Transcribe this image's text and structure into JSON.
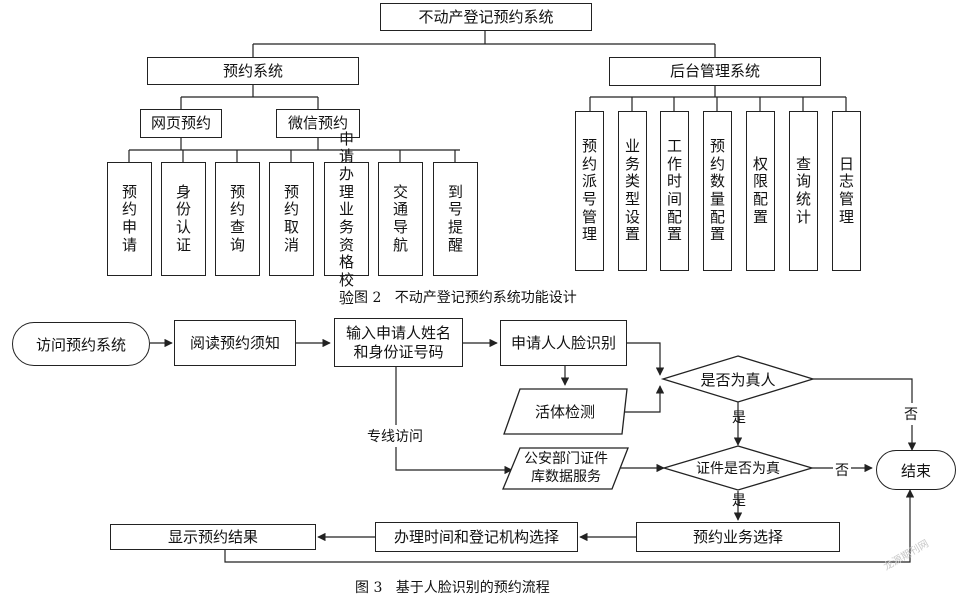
{
  "fig2": {
    "root": "不动产登记预约系统",
    "appointment_system": "预约系统",
    "backend_system": "后台管理系统",
    "web_booking": "网页预约",
    "wechat_booking": "微信预约",
    "front_functions": [
      "预约申请",
      "身份认证",
      "预约查询",
      "预约取消",
      "申请办理业务资格校验",
      "交通导航",
      "到号提醒"
    ],
    "back_functions": [
      "预约派号管理",
      "业务类型设置",
      "工作时间配置",
      "预约数量配置",
      "权限配置",
      "查询统计",
      "日志管理"
    ],
    "caption": "图 2   不动产登记预约系统功能设计"
  },
  "fig3": {
    "start": "访问预约系统",
    "read_notice": "阅读预约须知",
    "input_info": "输入申请人姓名和身份证号码",
    "face_recognition": "申请人人脸识别",
    "liveness": "活体检测",
    "is_real": "是否为真人",
    "police_db": "公安部门证件库数据服务",
    "cert_valid": "证件是否为真",
    "end": "结束",
    "select_business": "预约业务选择",
    "select_time_org": "办理时间和登记机构选择",
    "show_result": "显示预约结果",
    "label_dedicated": "专线访问",
    "label_yes": "是",
    "label_no": "否",
    "caption": "图 3   基于人脸识别的预约流程"
  },
  "watermark": "龙源期刊网"
}
